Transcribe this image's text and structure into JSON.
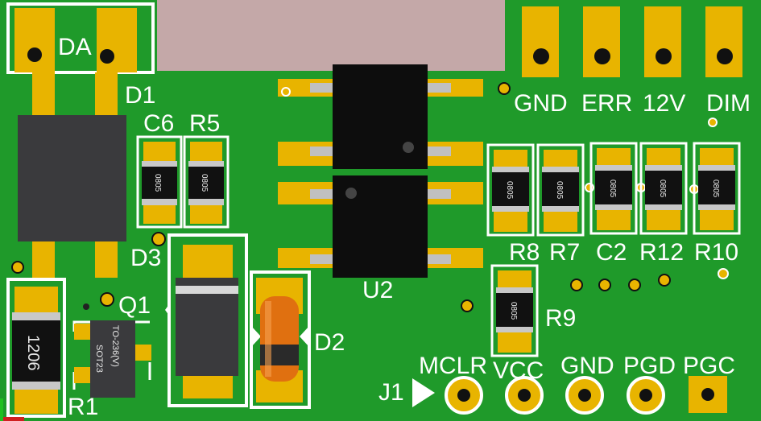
{
  "board": {
    "top_connector": {
      "label": "DA"
    },
    "header_pins": [
      "GND",
      "ERR",
      "12V",
      "DIM"
    ],
    "prog_header": {
      "ref": "J1",
      "pins": [
        "MCLR",
        "VCC",
        "GND",
        "PGD",
        "PGC"
      ]
    },
    "refs": {
      "d1": "D1",
      "c6": "C6",
      "r5": "R5",
      "d3": "D3",
      "q1": "Q1",
      "r1": "R1",
      "d2": "D2",
      "u2": "U2",
      "r8": "R8",
      "r7": "R7",
      "c2": "C2",
      "r12": "R12",
      "r10": "R10",
      "r9": "R9"
    },
    "package_marks": {
      "smd_0805": "0805",
      "smd_1206": "1206",
      "q1_line1": "SOT23",
      "q1_line2": "TO-236(V)"
    },
    "colors": {
      "pcb": "#1f9a2a",
      "copper": "#e8b400",
      "silkscreen": "#ffffff",
      "ic_body": "#0d0d0d",
      "diode_body": "#e07010"
    }
  }
}
